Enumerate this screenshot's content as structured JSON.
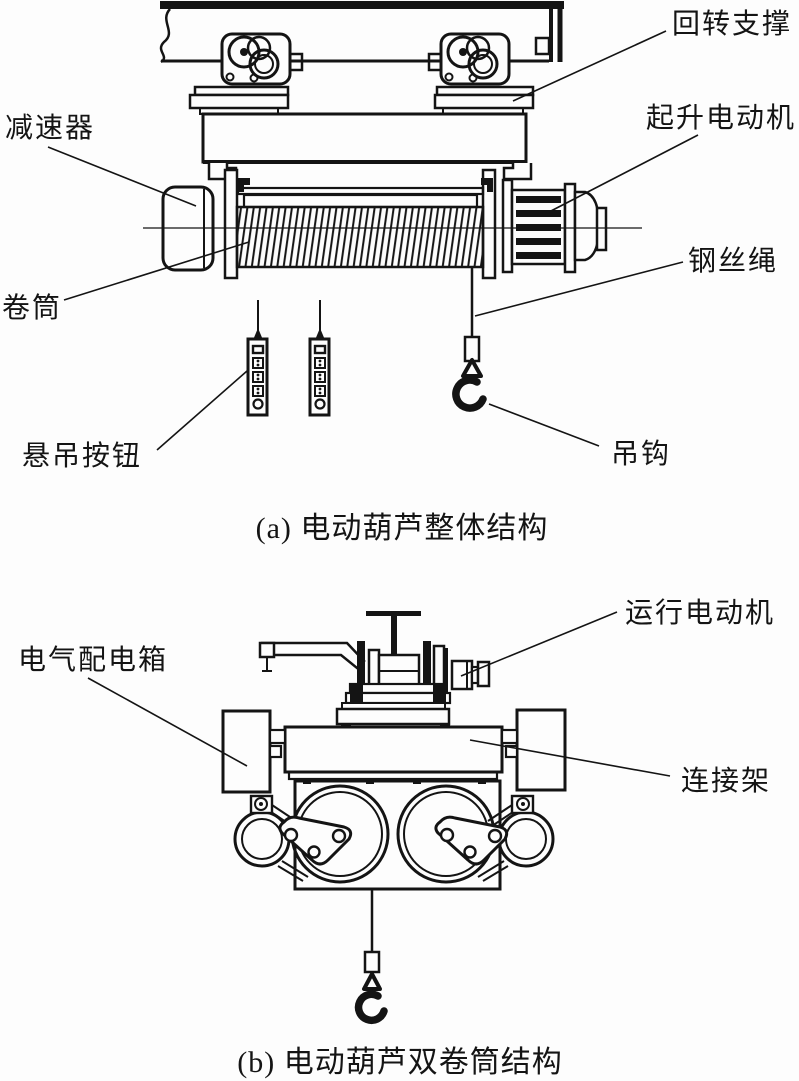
{
  "figure": {
    "diagram_a": {
      "caption": "(a) 电动葫芦整体结构",
      "labels": {
        "slewing_support": "回转支撑",
        "reducer": "减速器",
        "hoist_motor": "起升电动机",
        "drum": "卷筒",
        "wire_rope": "钢丝绳",
        "pendant_button": "悬吊按钮",
        "hook": "吊钩"
      }
    },
    "diagram_b": {
      "caption": "(b) 电动葫芦双卷筒结构",
      "labels": {
        "travel_motor": "运行电动机",
        "electrical_box": "电气配电箱",
        "connecting_frame": "连接架"
      }
    },
    "colors": {
      "ink": "#141414",
      "background": "#fdfdfd"
    }
  }
}
